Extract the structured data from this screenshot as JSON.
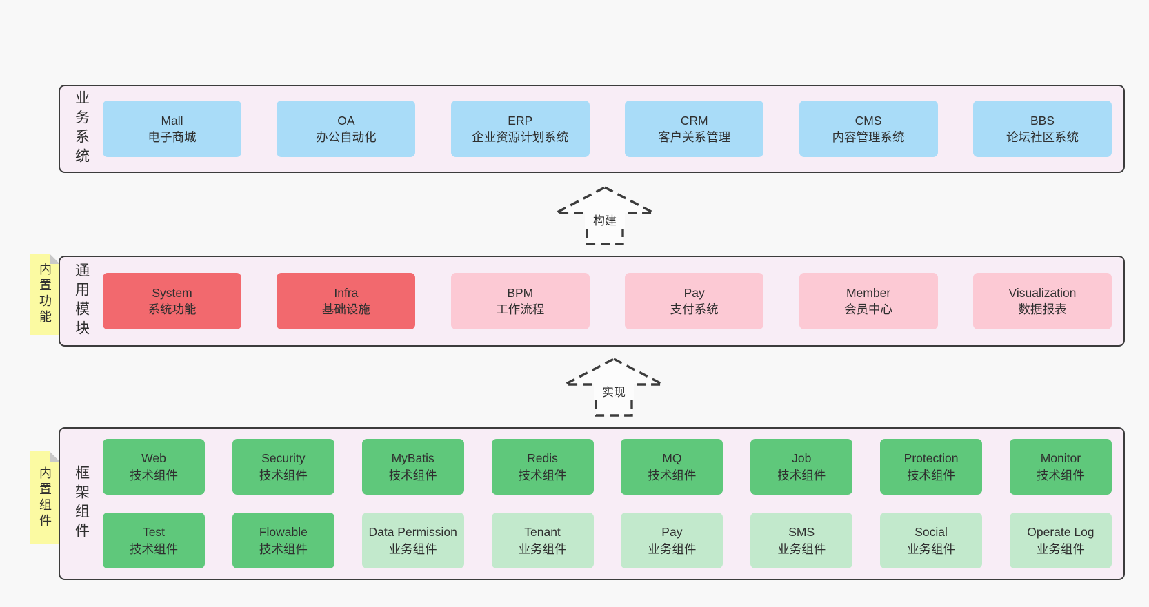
{
  "colors": {
    "page_bg": "#f8f8f8",
    "panel_bg": "#f8edf6",
    "panel_border": "#3c3c3c",
    "business_box": "#a9dcf8",
    "core_module_box": "#f2696e",
    "optional_module_box": "#fcc9d4",
    "tech_component_box": "#5fc87b",
    "biz_component_box": "#c2e9cc",
    "sticky_note": "#fbfaa2",
    "text": "#2f2f2f"
  },
  "arrows": {
    "build": "构建",
    "implement": "实现"
  },
  "sections": {
    "business": {
      "label": "业务系统",
      "items": [
        {
          "en": "Mall",
          "zh": "电子商城"
        },
        {
          "en": "OA",
          "zh": "办公自动化"
        },
        {
          "en": "ERP",
          "zh": "企业资源计划系统"
        },
        {
          "en": "CRM",
          "zh": "客户关系管理"
        },
        {
          "en": "CMS",
          "zh": "内容管理系统"
        },
        {
          "en": "BBS",
          "zh": "论坛社区系统"
        }
      ]
    },
    "modules": {
      "label": "通用模块",
      "sticky": "内置功能",
      "items": [
        {
          "en": "System",
          "zh": "系统功能"
        },
        {
          "en": "Infra",
          "zh": "基础设施"
        },
        {
          "en": "BPM",
          "zh": "工作流程"
        },
        {
          "en": "Pay",
          "zh": "支付系统"
        },
        {
          "en": "Member",
          "zh": "会员中心"
        },
        {
          "en": "Visualization",
          "zh": "数据报表"
        }
      ]
    },
    "framework": {
      "label": "框架组件",
      "sticky": "内置组件",
      "row1": [
        {
          "en": "Web",
          "zh": "技术组件"
        },
        {
          "en": "Security",
          "zh": "技术组件"
        },
        {
          "en": "MyBatis",
          "zh": "技术组件"
        },
        {
          "en": "Redis",
          "zh": "技术组件"
        },
        {
          "en": "MQ",
          "zh": "技术组件"
        },
        {
          "en": "Job",
          "zh": "技术组件"
        },
        {
          "en": "Protection",
          "zh": "技术组件"
        },
        {
          "en": "Monitor",
          "zh": "技术组件"
        }
      ],
      "row2": [
        {
          "en": "Test",
          "zh": "技术组件"
        },
        {
          "en": "Flowable",
          "zh": "技术组件"
        },
        {
          "en": "Data Permission",
          "zh": "业务组件"
        },
        {
          "en": "Tenant",
          "zh": "业务组件"
        },
        {
          "en": "Pay",
          "zh": "业务组件"
        },
        {
          "en": "SMS",
          "zh": "业务组件"
        },
        {
          "en": "Social",
          "zh": "业务组件"
        },
        {
          "en": "Operate Log",
          "zh": "业务组件"
        }
      ]
    }
  }
}
